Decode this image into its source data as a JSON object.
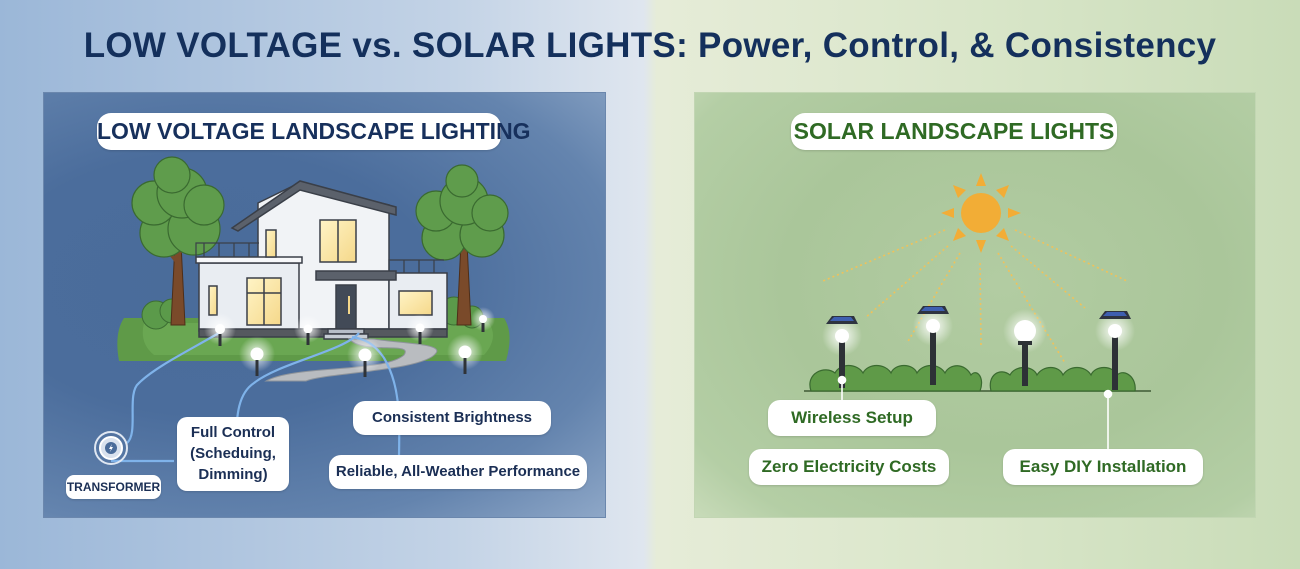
{
  "title": "LOW VOLTAGE vs. SOLAR LIGHTS: Power, Control, & Consistency",
  "colors": {
    "title_navy": "#14305c",
    "solar_green_text": "#2f6a24",
    "sun_orange": "#f2ad36",
    "wire_blue": "#7fb3ea"
  },
  "low_voltage": {
    "heading": "LOW VOLTAGE LANDSCAPE LIGHTING",
    "transformer_label": "TRANSFORMER",
    "transformer_icon": "lightning-bolt-icon",
    "features": {
      "control_line1": "Full Control",
      "control_line2": "(Scheduing,",
      "control_line3": "Dimming)",
      "brightness": "Consistent Brightness",
      "reliable": "Reliable, All-Weather Performance"
    }
  },
  "solar": {
    "heading": "SOLAR LANDSCAPE LIGHTS",
    "features": {
      "wireless": "Wireless Setup",
      "zero_cost": "Zero Electricity Costs",
      "diy": "Easy DIY Installation"
    }
  }
}
